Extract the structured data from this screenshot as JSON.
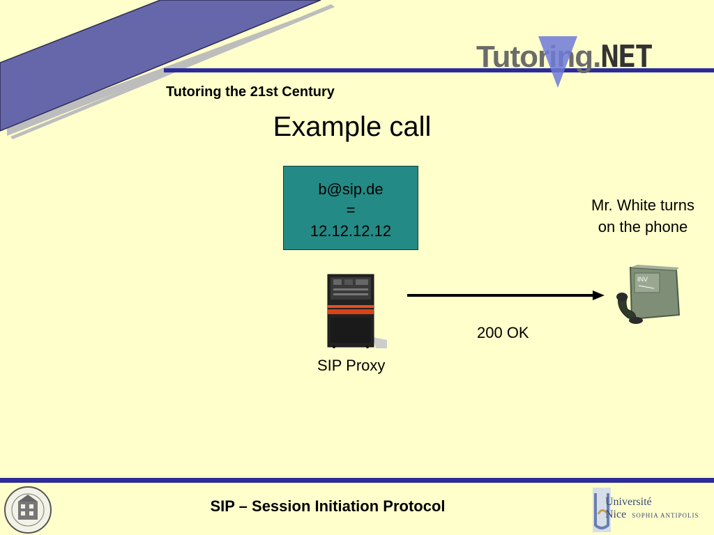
{
  "header": {
    "tagline": "Tutoring the 21st Century",
    "logo_main": "Tutoring.",
    "logo_suffix": "NET"
  },
  "slide": {
    "title": "Example call"
  },
  "diagram": {
    "lookup_box": {
      "line1": "b@sip.de",
      "line2": "=",
      "line3": "12.12.12.12"
    },
    "proxy_label": "SIP Proxy",
    "response_label": "200 OK",
    "phone_caption_line1": "Mr. White turns",
    "phone_caption_line2": "on the phone",
    "phone_sticker": "INV"
  },
  "footer": {
    "title": "SIP – Session Initiation Protocol",
    "university_right_line1": "Université",
    "university_right_line2": "Nice",
    "university_right_line3": "SOPHIA ANTIPOLIS"
  },
  "colors": {
    "background": "#ffffcc",
    "accent_blue": "#2b2b9a",
    "banner_blue": "#6666aa",
    "lookup_box_fill": "#248a85",
    "arrow": "#000000"
  }
}
